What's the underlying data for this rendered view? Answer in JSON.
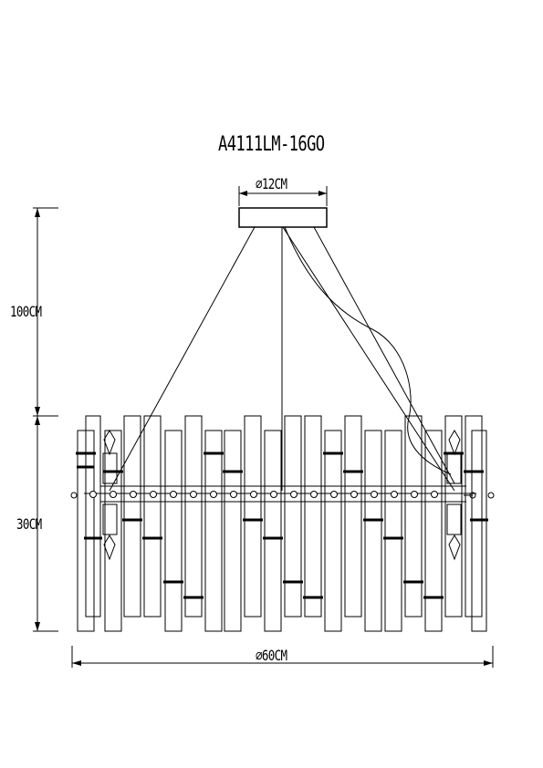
{
  "title": "A4111LM-16GO",
  "dimensions": {
    "canopy_diameter": "⌀12CM",
    "suspension_length": "100CM",
    "body_height": "30CM",
    "body_diameter": "⌀60CM"
  },
  "colors": {
    "line": "#000000",
    "background": "#ffffff"
  }
}
